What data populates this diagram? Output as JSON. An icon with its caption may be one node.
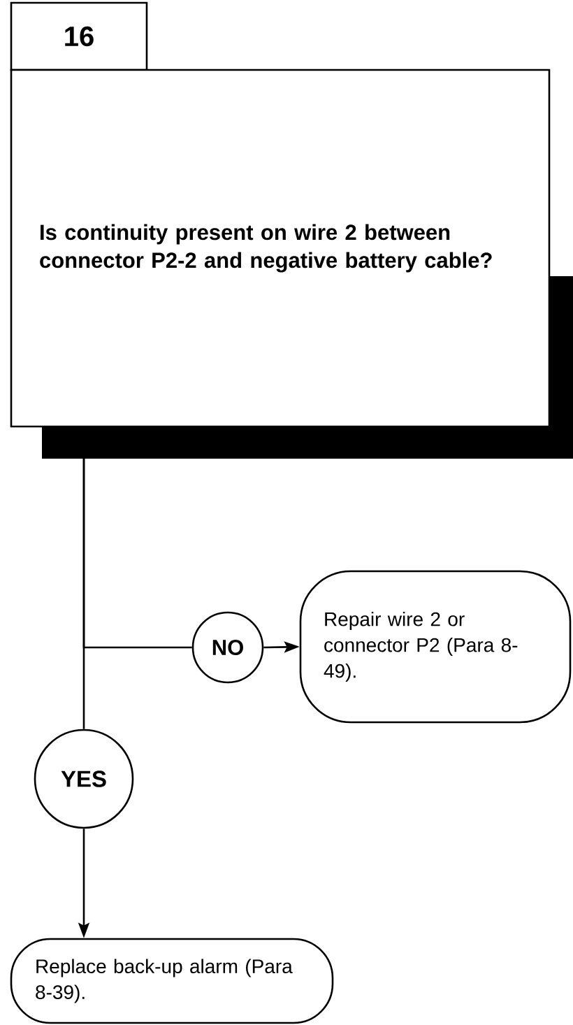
{
  "diagram": {
    "nodes": [
      {
        "text": [
          "16"
        ]
      },
      {
        "text": [
          "Is continuity present on wire 2 between connector P2-2 and negative battery cable?"
        ]
      },
      {
        "text": [
          "NO"
        ]
      },
      {
        "text": [
          "Repair wire 2 or connector P2 (Para 8-49)."
        ]
      },
      {
        "text": [
          "YES"
        ]
      },
      {
        "text": [
          "Replace back-up alarm (Para 8-39)."
        ]
      }
    ],
    "edges": [
      {
        "from": 1,
        "to": 2,
        "arrow": "none"
      },
      {
        "from": 2,
        "to": 3,
        "arrow": "to"
      },
      {
        "from": 1,
        "to": 4,
        "arrow": "none"
      },
      {
        "from": 4,
        "to": 5,
        "arrow": "to"
      }
    ]
  }
}
